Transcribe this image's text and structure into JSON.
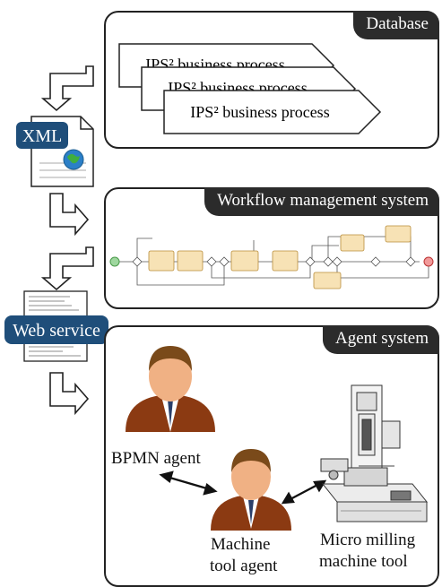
{
  "database": {
    "title": "Database",
    "processes": [
      "IPS² business process",
      "IPS² business process",
      "IPS² business process"
    ]
  },
  "xml": {
    "label": "XML"
  },
  "workflow": {
    "title": "Workflow management system"
  },
  "web_service": {
    "label": "Web service"
  },
  "agent_system": {
    "title": "Agent system",
    "bpmn_agent": "BPMN agent",
    "machine_tool_agent_line1": "Machine",
    "machine_tool_agent_line2": "tool agent",
    "milling_line1": "Micro milling",
    "milling_line2": "machine tool"
  }
}
